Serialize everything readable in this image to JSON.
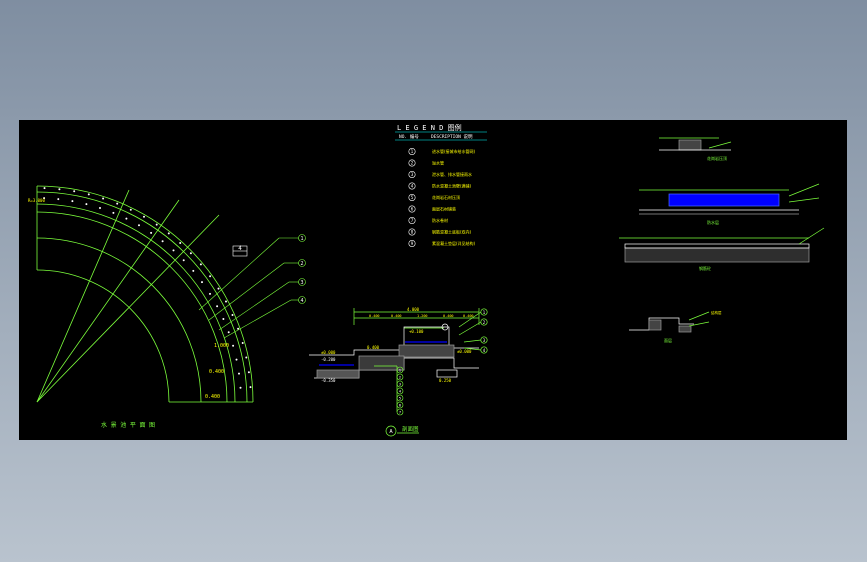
{
  "colors": {
    "background": "#8e9bab",
    "canvas": "#000000",
    "green": "#7cff3c",
    "yellow": "#ffff00",
    "white": "#ffffff",
    "cyan": "#00ffff",
    "blue": "#0000ff",
    "gray": "#9a9a9a"
  },
  "legend": {
    "title": "L E G E N D 图例",
    "col_no": "NO.  编号",
    "col_desc": "DESCRIPTION 说明",
    "items": [
      {
        "no": "1",
        "text": "进水管(接城市给水管网)"
      },
      {
        "no": "2",
        "text": "溢水管"
      },
      {
        "no": "3",
        "text": "泄水管、排水管接雨水"
      },
      {
        "no": "4",
        "text": "防水混凝土池壁(满铺)"
      },
      {
        "no": "5",
        "text": "花岗岩石材压顶"
      },
      {
        "no": "6",
        "text": "面层石材铺装"
      },
      {
        "no": "7",
        "text": "防水卷材"
      },
      {
        "no": "8",
        "text": "钢筋混凝土底板(双向)"
      },
      {
        "no": "9",
        "text": "素混凝土垫层(详见结构)"
      }
    ]
  },
  "plan": {
    "title": "水 景 池 平 面 图",
    "numbers": [
      "1",
      "2",
      "3",
      "4"
    ],
    "dims": [
      "0.400",
      "1.000",
      "0.400",
      "R=3.000"
    ],
    "box": "4"
  },
  "section_a": {
    "title": "剖面图",
    "marker": "A",
    "top_dims": [
      "4.000",
      "0.400",
      "0.400",
      "1.200",
      "0.400",
      "0.400"
    ],
    "elevations": [
      "±0.000",
      "-0.200",
      "-0.350",
      "±0.000",
      "+0.100"
    ],
    "callouts_right": [
      "1",
      "2",
      "3",
      "4"
    ],
    "callouts_bottom": [
      "1",
      "2",
      "3",
      "4",
      "5",
      "6",
      "7"
    ],
    "dims": [
      "0.400",
      "0.250"
    ]
  },
  "details": {
    "labels": [
      "花岗岩压顶",
      "防水层",
      "钢筋砼",
      "面层",
      "结构层"
    ]
  }
}
